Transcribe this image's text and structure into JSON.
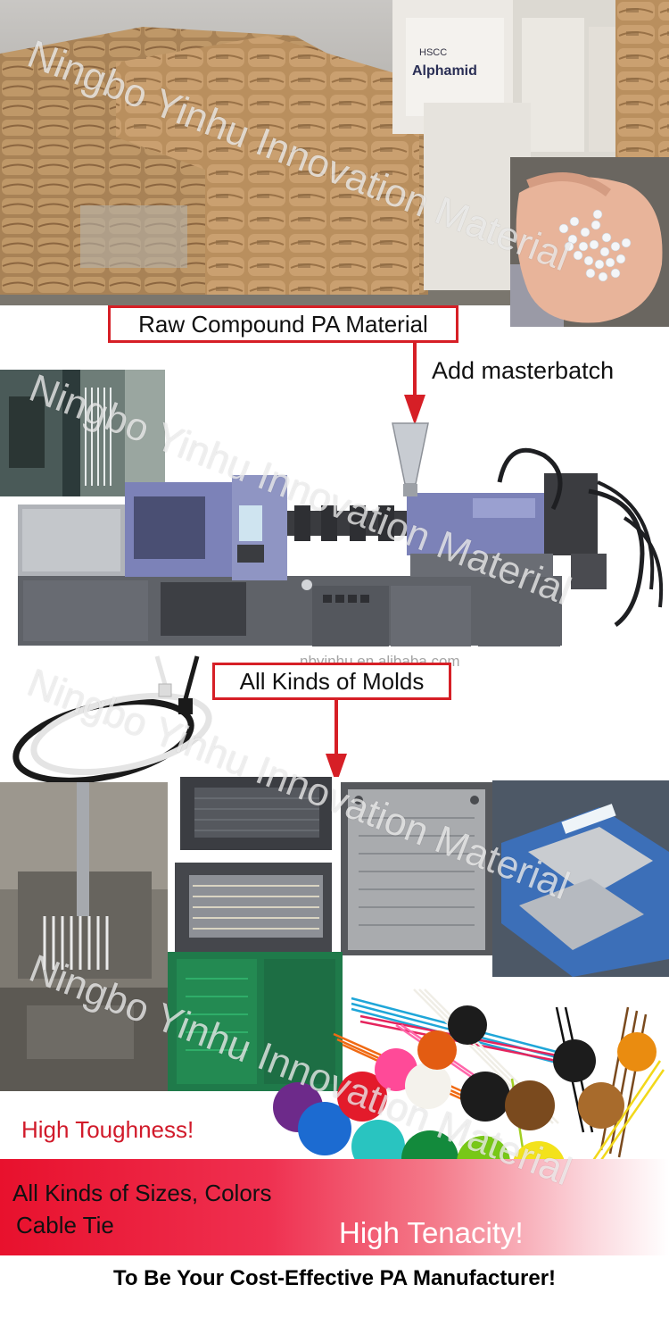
{
  "labels": {
    "raw_material": "Raw Compound PA Material",
    "masterbatch": "Add masterbatch",
    "molds": "All Kinds of Molds"
  },
  "watermark": {
    "text": "Ningbo Yinhu Innovation Material",
    "site": "nbyinhu.en.alibaba.com"
  },
  "features": {
    "toughness": "High Toughness!",
    "sizes_line1": "All Kinds of Sizes, Colors",
    "sizes_line2": "Cable Tie",
    "tenacity": "High Tenacity!"
  },
  "tagline": "To Be Your Cost-Effective PA Manufacturer!",
  "photo_text": {
    "bag_brand": "Alphamid",
    "bag_maker": "HSCC"
  },
  "colors": {
    "accent_red": "#d61f26",
    "band_red": "#e8112d",
    "machine_blue": "#7c82b8",
    "machine_gray": "#5f6268"
  }
}
